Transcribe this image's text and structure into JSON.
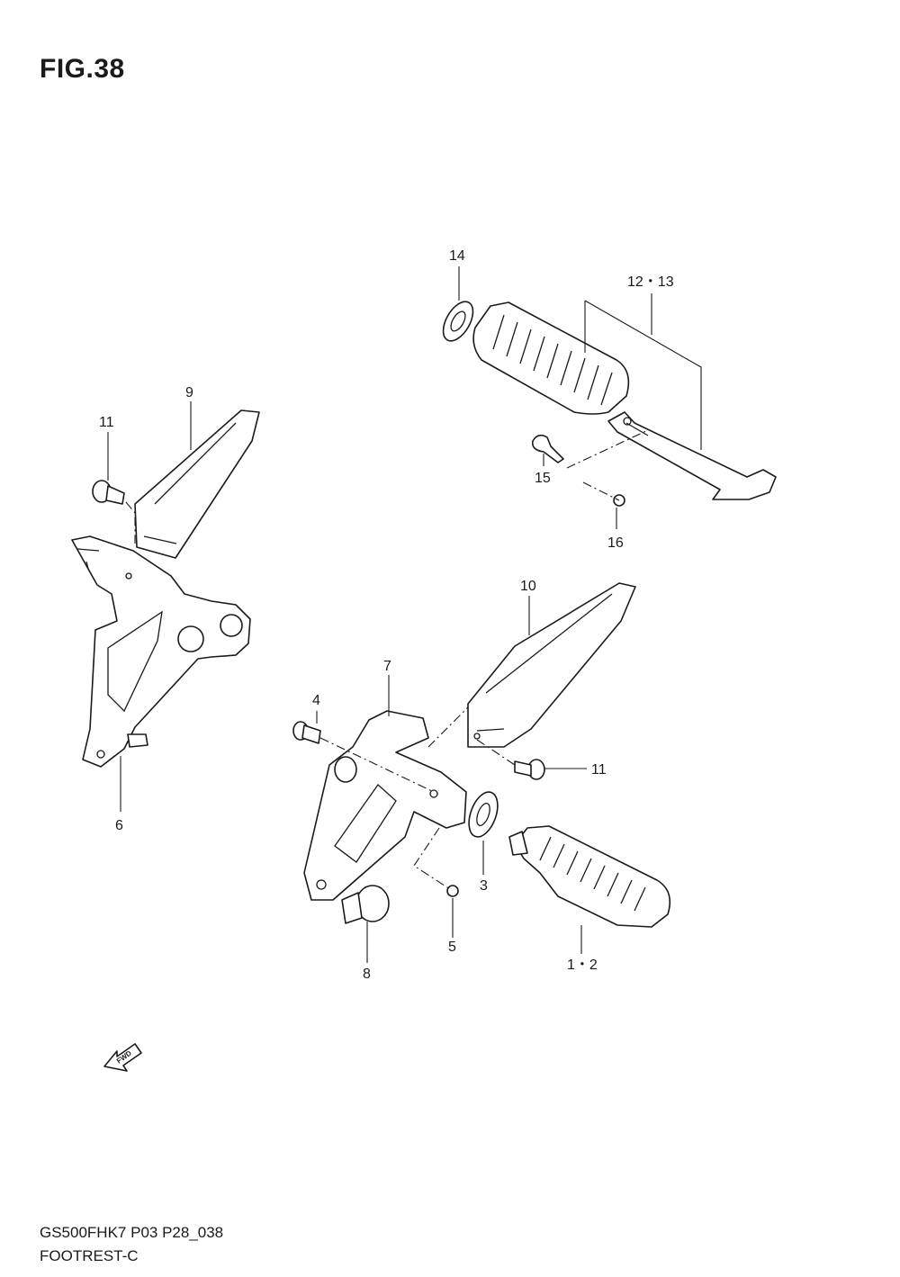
{
  "figure": {
    "title": "FIG.38",
    "model_code": "GS500FHK7 P03 P28_038",
    "section_name": "FOOTREST-C"
  },
  "callouts": {
    "c1_2": "1・2",
    "c3": "3",
    "c4": "4",
    "c5": "5",
    "c6": "6",
    "c7": "7",
    "c8": "8",
    "c9": "9",
    "c10": "10",
    "c11_upper": "11",
    "c11_lower": "11",
    "c12_13": "12・13",
    "c14": "14",
    "c15": "15",
    "c16": "16"
  },
  "direction_badge": {
    "label": "FWD",
    "icon": "forward-arrow-icon"
  }
}
